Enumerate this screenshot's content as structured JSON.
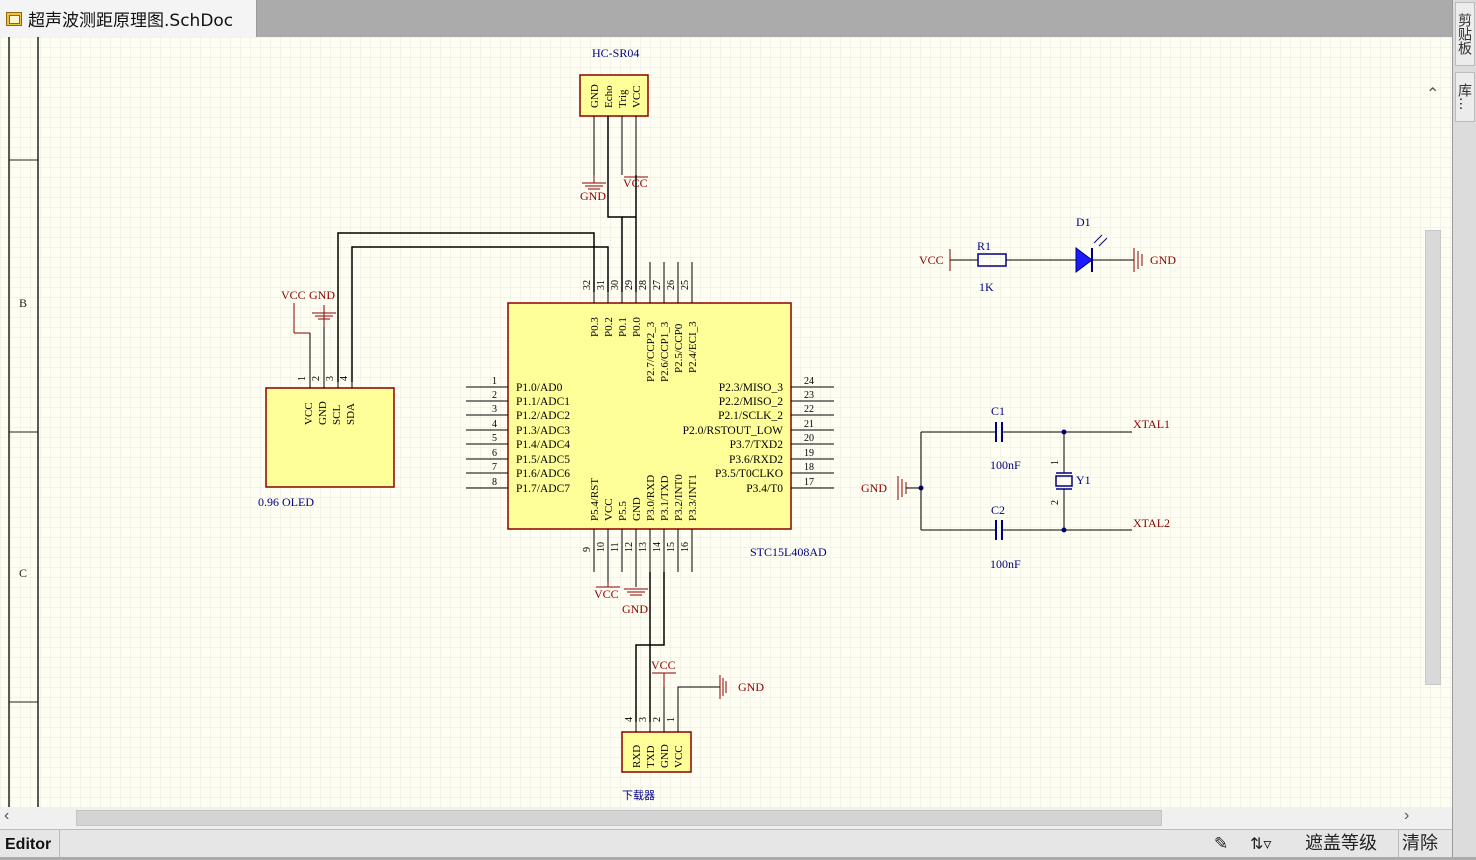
{
  "tab": {
    "title": "超声波测距原理图.SchDoc"
  },
  "right_panel": {
    "tab1": "剪贴板",
    "tab2": "库..."
  },
  "status_bar": {
    "editor_label": "Editor",
    "mask_level": "遮盖等级",
    "clear": "清除"
  },
  "colors": {
    "wire": "#000080",
    "power": "#8b0000",
    "component_fill": "#ffff99",
    "component_border": "#8b0000",
    "grid": "#e8e8e0",
    "background": "#fffef2"
  },
  "frame": {
    "zone_labels": [
      "B",
      "C"
    ]
  },
  "schematic": {
    "hcsr04": {
      "designator": "HC-SR04",
      "pins": [
        "GND",
        "Echo",
        "Trig",
        "VCC"
      ]
    },
    "oled": {
      "comment": "0.96 OLED",
      "pins": [
        "VCC",
        "GND",
        "SCL",
        "SDA"
      ],
      "pin_numbers": [
        "1",
        "2",
        "3",
        "4"
      ],
      "power_labels": [
        "VCC",
        "GND"
      ]
    },
    "mcu": {
      "comment": "STC15L408AD",
      "left_pins": [
        "P1.0/AD0",
        "P1.1/ADC1",
        "P1.2/ADC2",
        "P1.3/ADC3",
        "P1.4/ADC4",
        "P1.5/ADC5",
        "P1.6/ADC6",
        "P1.7/ADC7"
      ],
      "left_nums": [
        "1",
        "2",
        "3",
        "4",
        "5",
        "6",
        "7",
        "8"
      ],
      "right_pins": [
        "P2.3/MISO_3",
        "P2.2/MISO_2",
        "P2.1/SCLK_2",
        "P2.0/RSTOUT_LOW",
        "P3.7/TXD2",
        "P3.6/RXD2",
        "P3.5/T0CLKO",
        "P3.4/T0"
      ],
      "right_nums": [
        "24",
        "23",
        "22",
        "21",
        "20",
        "19",
        "18",
        "17"
      ],
      "top_pins": [
        "P0.3",
        "P0.2",
        "P0.1",
        "P0.0",
        "P2.7/CCP2_3",
        "P2.6/CCP1_3",
        "P2.5/CCP0",
        "P2.4/ECI_3"
      ],
      "top_nums": [
        "32",
        "31",
        "30",
        "29",
        "28",
        "27",
        "26",
        "25"
      ],
      "bottom_pins": [
        "P5.4/RST",
        "VCC",
        "P5.5",
        "GND",
        "P3.0/RXD",
        "P3.1/TXD",
        "P3.2/INT0",
        "P3.3/INT1"
      ],
      "bottom_nums": [
        "9",
        "10",
        "11",
        "12",
        "13",
        "14",
        "15",
        "16"
      ]
    },
    "downloader": {
      "comment": "下载器",
      "pins": [
        "RXD",
        "TXD",
        "GND",
        "VCC"
      ],
      "pin_numbers": [
        "4",
        "3",
        "2",
        "1"
      ]
    },
    "led": {
      "resistor": "R1",
      "resistor_value": "1K",
      "diode": "D1",
      "vcc": "VCC",
      "gnd": "GND"
    },
    "crystal": {
      "c1": "C1",
      "c1_value": "100nF",
      "c2": "C2",
      "c2_value": "100nF",
      "y1": "Y1",
      "y1_pin1": "1",
      "y1_pin2": "2",
      "xtal1": "XTAL1",
      "xtal2": "XTAL2",
      "gnd": "GND"
    },
    "power_labels": {
      "vcc": "VCC",
      "gnd": "GND"
    }
  }
}
